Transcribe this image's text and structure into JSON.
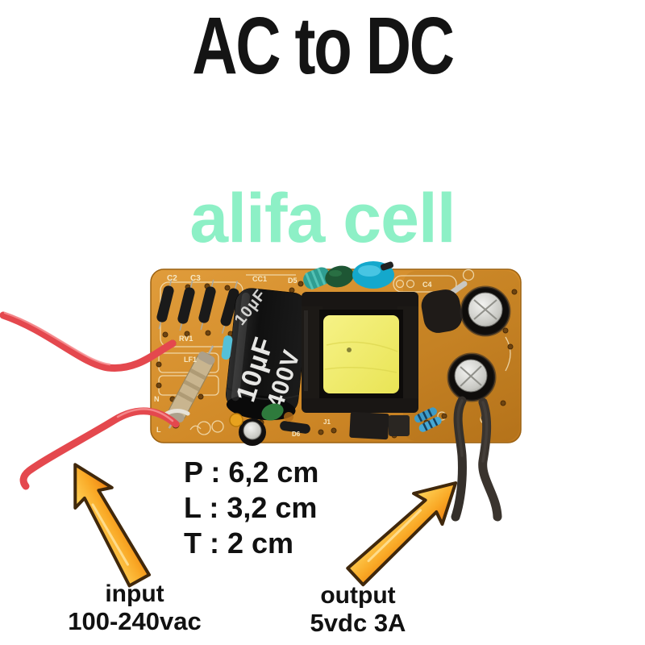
{
  "title": "AC to DC",
  "brand": "alifa cell",
  "specs": {
    "line1": "P : 6,2 cm",
    "line2": "L : 3,2 cm",
    "line3": "T : 2 cm"
  },
  "input": {
    "label": "input",
    "value": "100-240vac"
  },
  "output": {
    "label": "output",
    "value": "5vdc 3A"
  },
  "board": {
    "cap_value": "10µF",
    "cap_voltage": "400V",
    "silkscreen": {
      "c2": "C2",
      "c3": "C3",
      "rv1": "RV1",
      "lf1": "LF1",
      "cc1": "CC1",
      "d5": "D5",
      "c4": "C4",
      "j1": "J1",
      "d6": "D6",
      "n": "N",
      "l": "L"
    }
  },
  "colors": {
    "title_text": "#141414",
    "brand_text": "#8DF0C6",
    "board": "#CE8527",
    "transformer_tape": "#F0EC73",
    "arrow": "#F6A21C",
    "input_wire": "#E4484E",
    "output_wire": "#38332E"
  }
}
